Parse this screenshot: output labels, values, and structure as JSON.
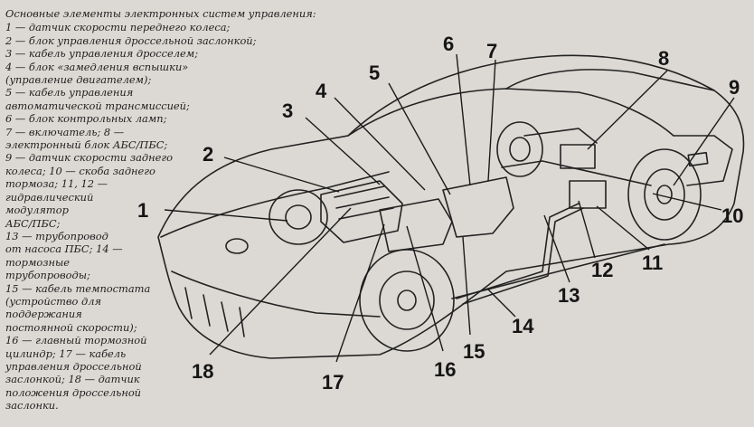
{
  "legend": {
    "title": "Основные элементы электронных систем управления:",
    "lines": [
      "1 — датчик скорости переднего колеса;",
      "2 — блок управления дроссельной заслонкой;",
      "3 — кабель управления дросселем;",
      "4 — блок «замедления вспышки»",
      "(управление двигателем);",
      "5 — кабель управления",
      "автоматической трансмиссией;",
      "6 — блок контрольных ламп;",
      "7 — включатель; 8 —",
      "электронный блок АБС/ПБС;",
      "9 — датчик скорости заднего",
      "колеса; 10 — скоба заднего",
      "тормоза; 11, 12 —",
      "гидравлический",
      "модулятор",
      "АБС/ПБС;",
      "13 — трубопровод",
      "от насоса ПБС; 14 —",
      "тормозные",
      "трубопроводы;",
      "15 — кабель темпостата",
      "(устройство для",
      "поддержания",
      "постоянной скорости);",
      "16 — главный тормозной",
      "цилиндр; 17 — кабель",
      "управления дроссельной",
      "заслонкой; 18 — датчик",
      "положения дроссельной",
      "заслонки."
    ]
  },
  "callouts": [
    {
      "label": "1"
    },
    {
      "label": "2"
    },
    {
      "label": "3"
    },
    {
      "label": "4"
    },
    {
      "label": "5"
    },
    {
      "label": "6"
    },
    {
      "label": "7"
    },
    {
      "label": "8"
    },
    {
      "label": "9"
    },
    {
      "label": "10"
    },
    {
      "label": "11"
    },
    {
      "label": "12"
    },
    {
      "label": "13"
    },
    {
      "label": "14"
    },
    {
      "label": "15"
    },
    {
      "label": "16"
    },
    {
      "label": "17"
    },
    {
      "label": "18"
    }
  ]
}
